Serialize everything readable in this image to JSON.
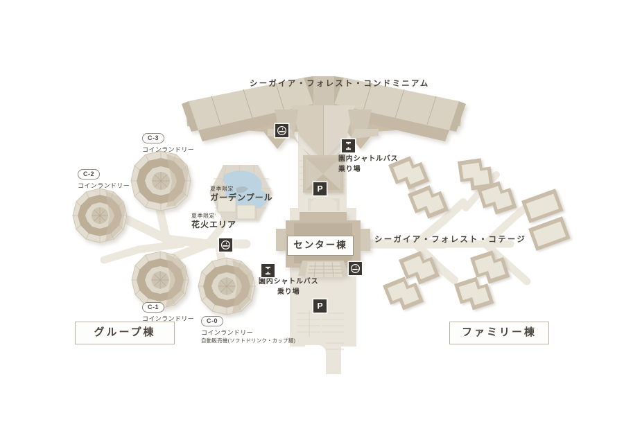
{
  "map": {
    "title_condominium": "シーガイア・フォレスト・コンドミニアム",
    "title_cottage": "シーガイア・フォレスト・コテージ",
    "center_building": "センター棟",
    "group_wing": "グループ棟",
    "family_wing": "ファミリー棟",
    "pool": {
      "note": "夏季限定",
      "name": "ガーデンプール"
    },
    "fireworks": {
      "note": "夏季限定",
      "name": "花火エリア"
    },
    "bus_stops": [
      {
        "line1": "園内シャトルバス",
        "line2": "乗り場"
      },
      {
        "line1": "園内シャトルバス",
        "line2": "乗り場"
      }
    ],
    "towers": [
      {
        "tag": "C-3",
        "sub": "コインランドリー",
        "sub2": ""
      },
      {
        "tag": "C-2",
        "sub": "コインランドリー",
        "sub2": ""
      },
      {
        "tag": "C-1",
        "sub": "コインランドリー",
        "sub2": ""
      },
      {
        "tag": "C-0",
        "sub": "コインランドリー",
        "sub2": "自動販売機(ソフトドリンク・カップ麺)"
      }
    ],
    "icons": {
      "smoking": "smoking-area-icon",
      "bus": "bus-stop-icon",
      "parking": "parking-icon"
    },
    "colors": {
      "roof_dark": "#b5a794",
      "roof_mid": "#cfc4b2",
      "roof_light": "#e4ded2",
      "ground": "#e9e5db",
      "road": "#eeeae0",
      "pool_water": "#bcd4e2",
      "text": "#4a443d",
      "icon_bg": "#3a3632"
    }
  }
}
